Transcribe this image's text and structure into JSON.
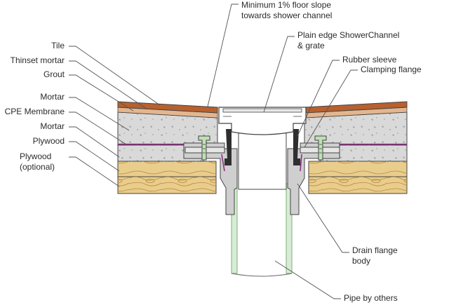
{
  "labels": {
    "floor_slope_line1": "Minimum 1% floor slope",
    "floor_slope_line2": "towards shower channel",
    "shower_channel_line1": "Plain edge ShowerChannel",
    "shower_channel_line2": "& grate",
    "rubber_sleeve": "Rubber sleeve",
    "clamping_flange": "Clamping flange",
    "tile": "Tile",
    "thinset_mortar": "Thinset mortar",
    "grout": "Grout",
    "mortar_top": "Mortar",
    "cpe_membrane": "CPE Membrane",
    "mortar_bottom": "Mortar",
    "plywood": "Plywood",
    "plywood_optional_line1": "Plywood",
    "plywood_optional_line2": "(optional)",
    "drain_flange_line1": "Drain flange",
    "drain_flange_line2": "body",
    "pipe": "Pipe by others"
  },
  "colors": {
    "tile": "#b8602e",
    "thinset": "#e3b68f",
    "mortar": "#d9d9d9",
    "membrane": "#8b2f80",
    "plywood": "#e9cd8c",
    "wood_grain": "#b8893f",
    "pipe": "#d7ecd4",
    "pipe_edge": "#7fae7a",
    "drain_body": "#cfcfcf",
    "clamp_bolt": "#bfe0b5",
    "sleeve": "#2f2f2f",
    "leader": "#555555",
    "text": "#2b2b2b"
  }
}
